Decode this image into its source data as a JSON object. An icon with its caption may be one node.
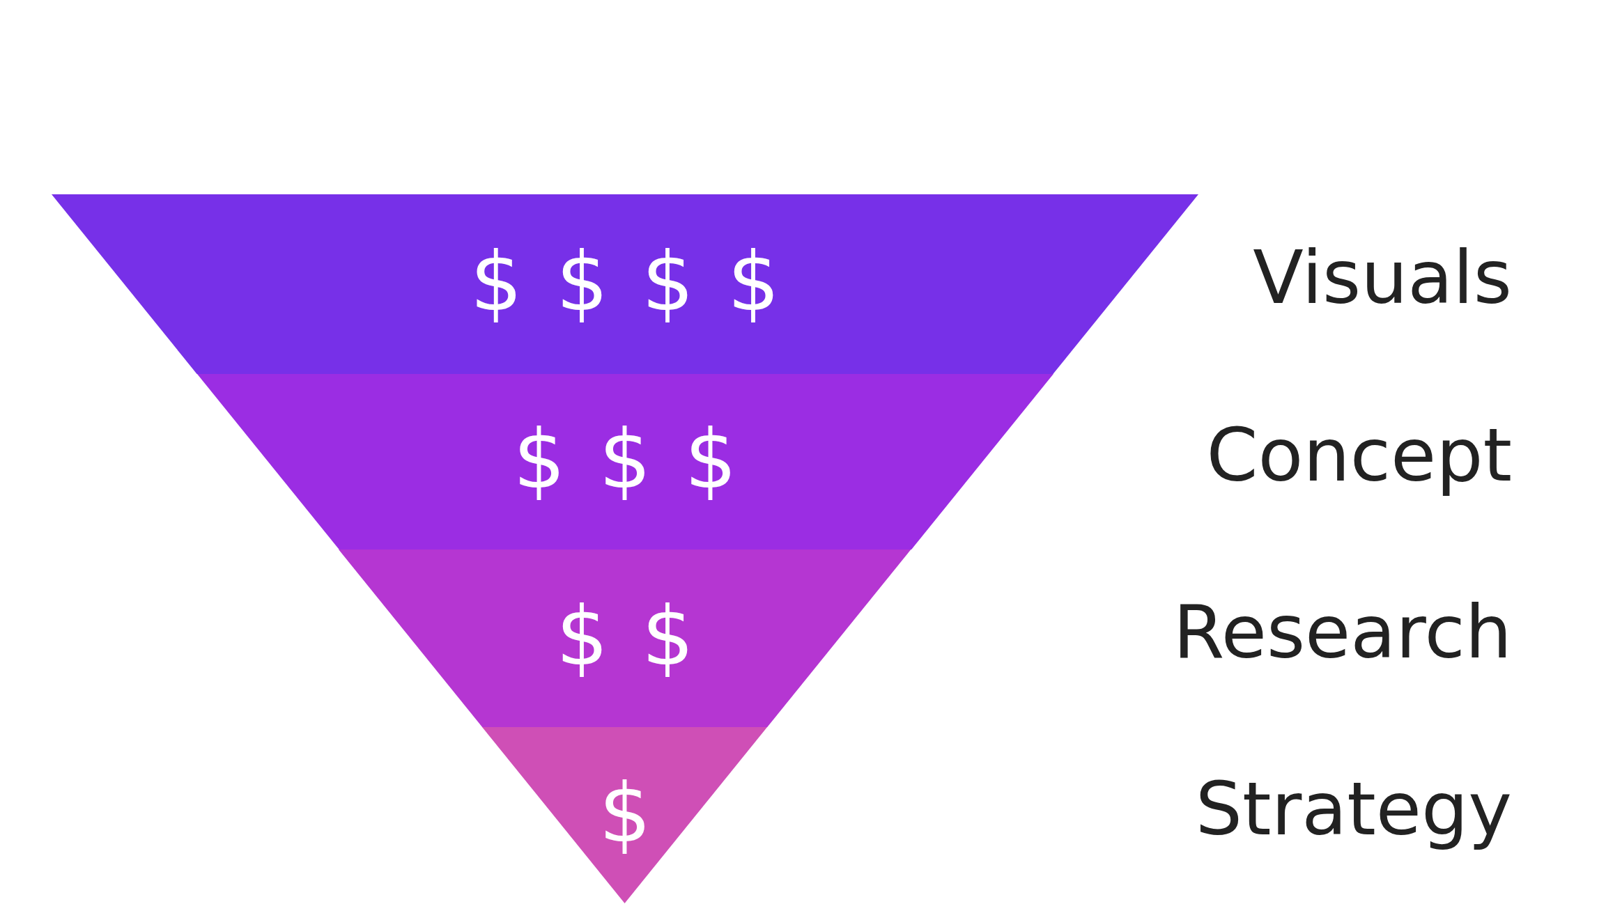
{
  "diagram": {
    "nodes": [
      {
        "text": [
          "$$$$"
        ]
      },
      {
        "text": [
          "$$$"
        ]
      },
      {
        "text": [
          "$$"
        ]
      },
      {
        "text": [
          "$"
        ]
      }
    ],
    "labels": [
      "Visuals",
      "Concept",
      "Research",
      "Strategy"
    ]
  }
}
